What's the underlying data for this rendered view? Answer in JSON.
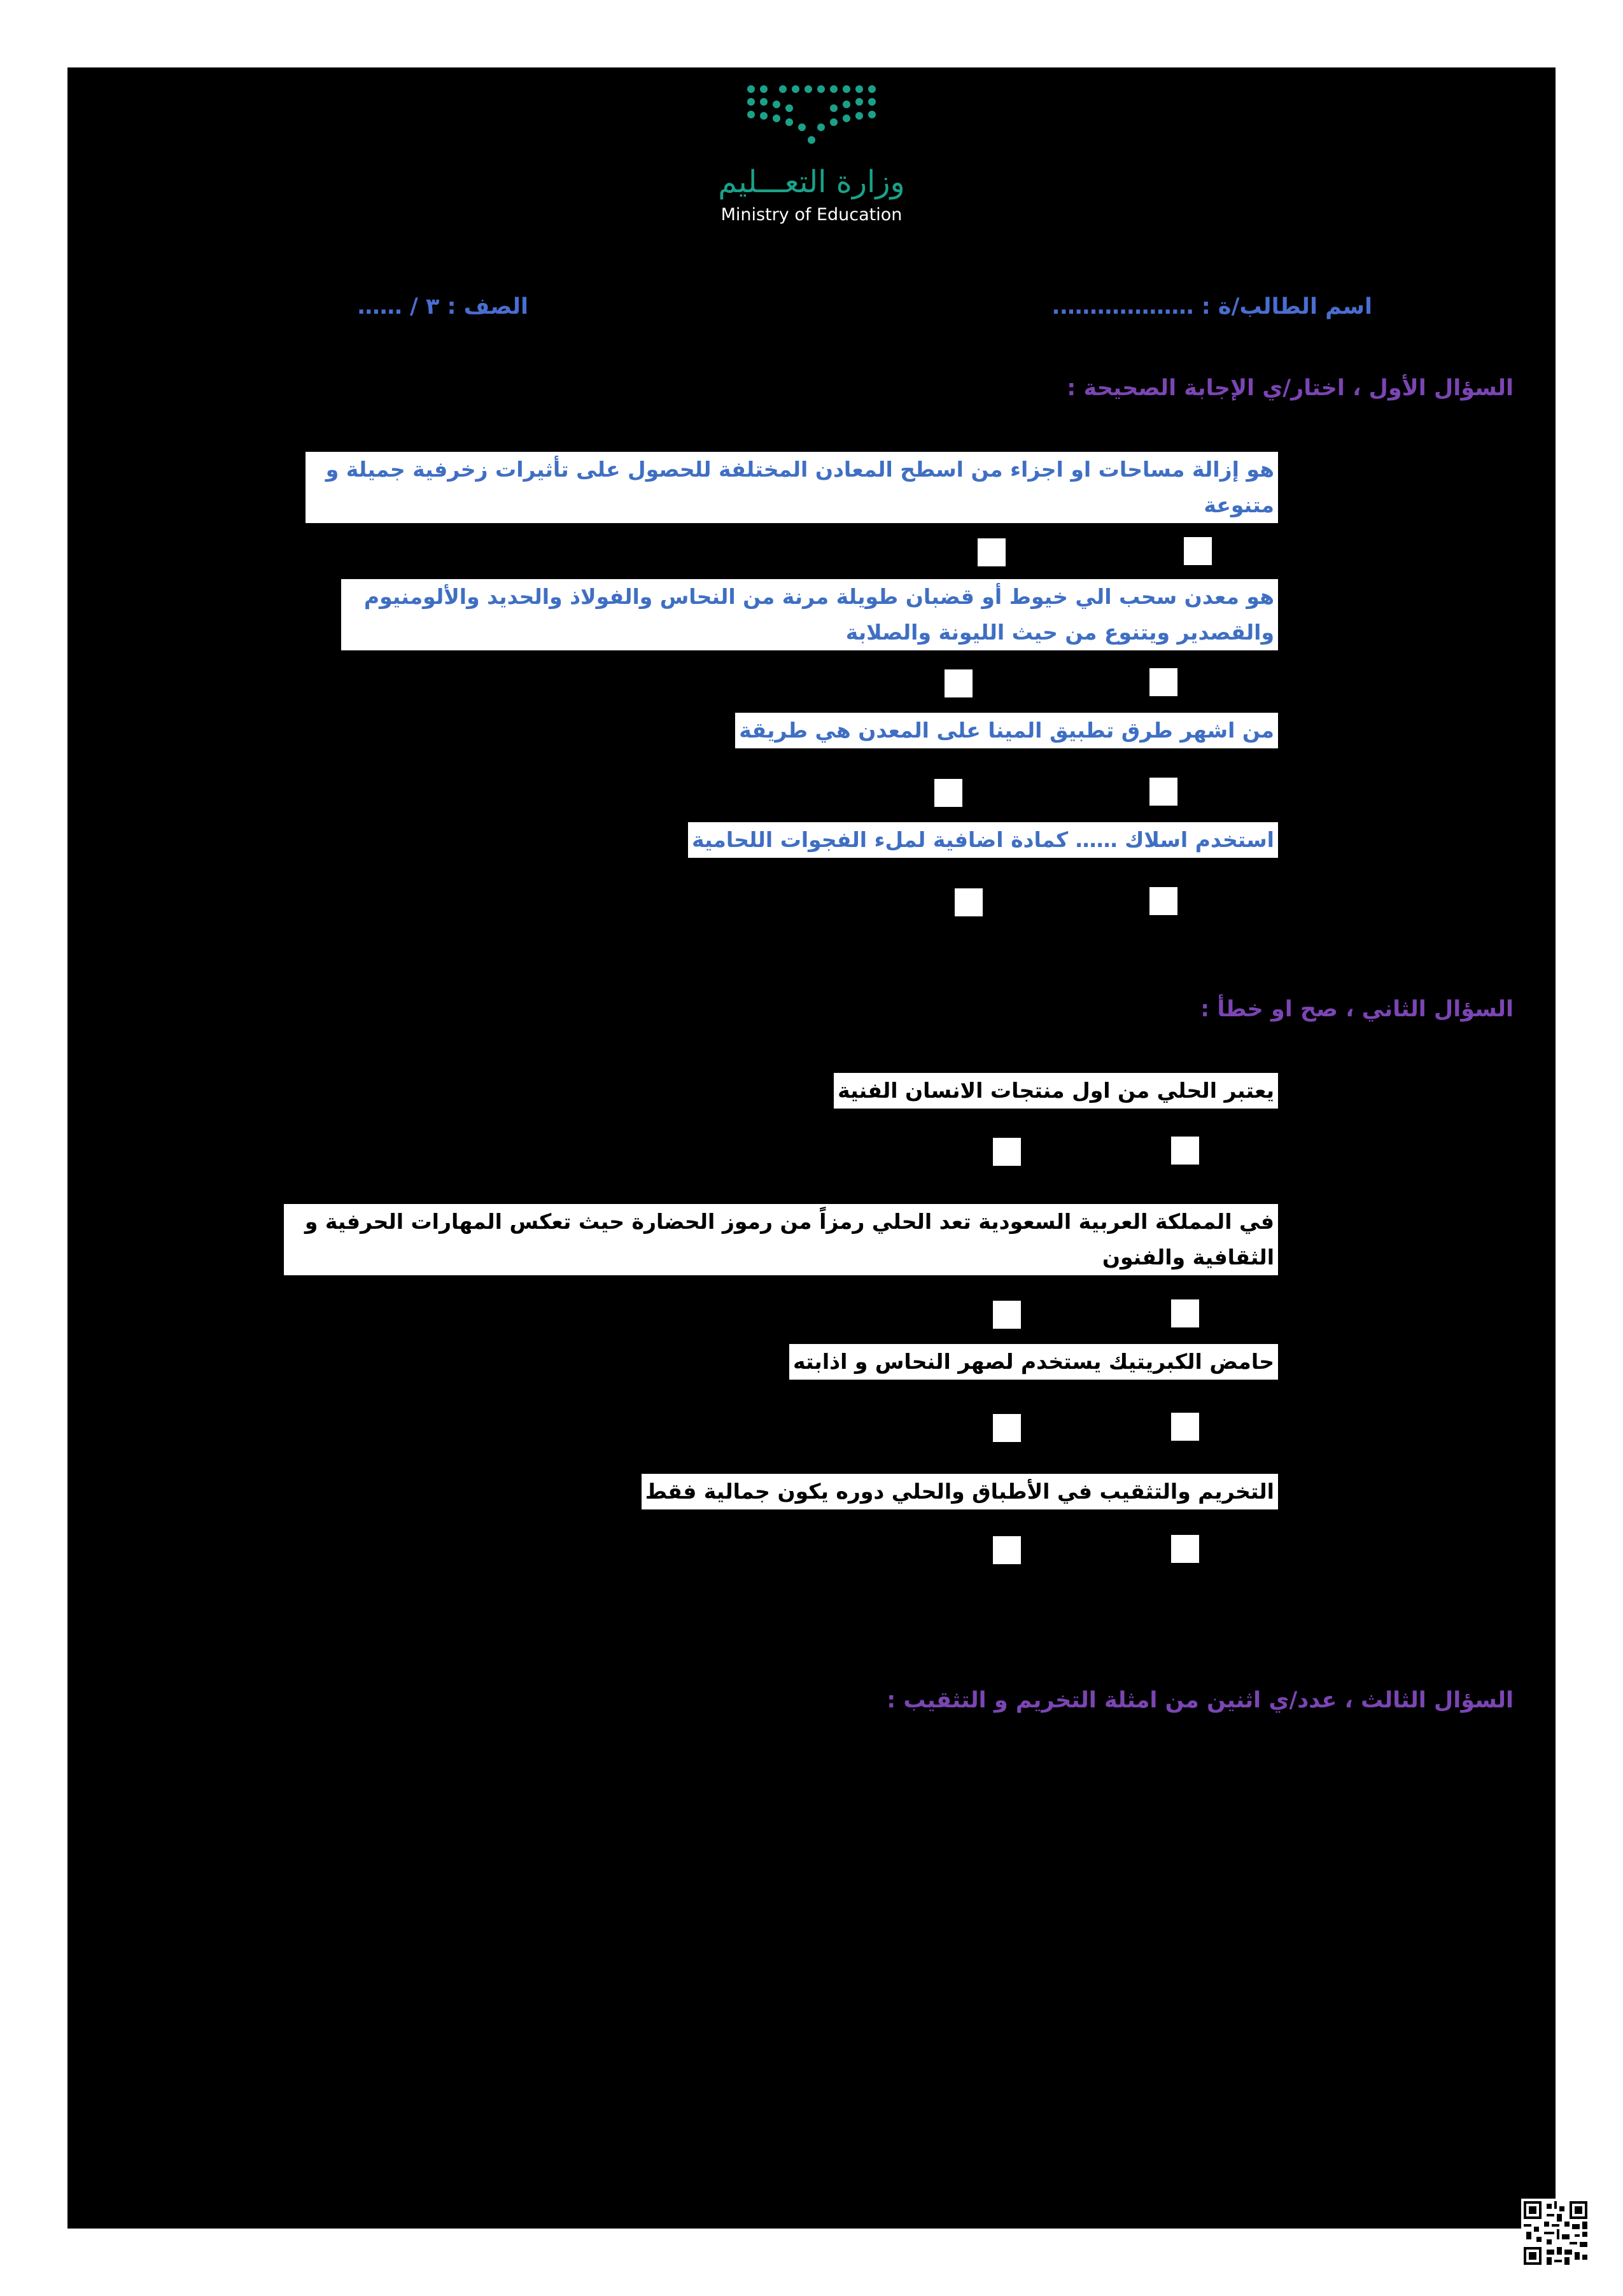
{
  "logo": {
    "arabic": "وزارة التعـــليم",
    "english": "Ministry of Education"
  },
  "header": {
    "student_name_label": "اسم الطالب/ة : ……………….",
    "class_label": "الصف : ٣ / ……"
  },
  "q1": {
    "heading": "السؤال الأول ، اختار/ي الإجابة الصحيحة :",
    "items": [
      {
        "line1": "هو إزالة مساحات او اجزاء من اسطح المعادن المختلفة للحصول على تأثيرات زخرفية جميلة و",
        "line2": "متنوعة"
      },
      {
        "line1": "هو معدن سحب الي خيوط أو قضبان طويلة مرنة من النحاس والفولاذ والحديد والألومنيوم",
        "line2": "والقصدير ويتنوع من حيث الليونة والصلابة"
      },
      {
        "line1": "من اشهر طرق تطبيق المينا على المعدن هي طريقة",
        "line2": ""
      },
      {
        "line1": "استخدم اسلاك …… كمادة اضافية لملء الفجوات اللحامية",
        "line2": ""
      }
    ]
  },
  "q2": {
    "heading": "السؤال الثاني ، صح او خطأ :",
    "items": [
      {
        "line1": "يعتبر الحلي من اول منتجات الانسان الفنية",
        "line2": ""
      },
      {
        "line1": "في المملكة العربية السعودية تعد الحلي رمزاً من رموز الحضارة حيث تعكس المهارات الحرفية و",
        "line2": "الثقافية والفنون"
      },
      {
        "line1": "حامض الكبريتيك يستخدم لصهر النحاس و اذابته",
        "line2": ""
      },
      {
        "line1": "التخريم والتثقيب في الأطباق والحلي دوره يكون جمالية فقط",
        "line2": ""
      }
    ]
  },
  "q3": {
    "heading": "السؤال الثالث ، عدد/ي اثنين من امثلة التخريم و التثقيب :"
  },
  "colors": {
    "page": "#ffffff",
    "sheet": "#000000",
    "heading": "#7b45b3",
    "header": "#4a6ed0",
    "q1_text": "#3f6fc3",
    "logo": "#1ba189"
  }
}
